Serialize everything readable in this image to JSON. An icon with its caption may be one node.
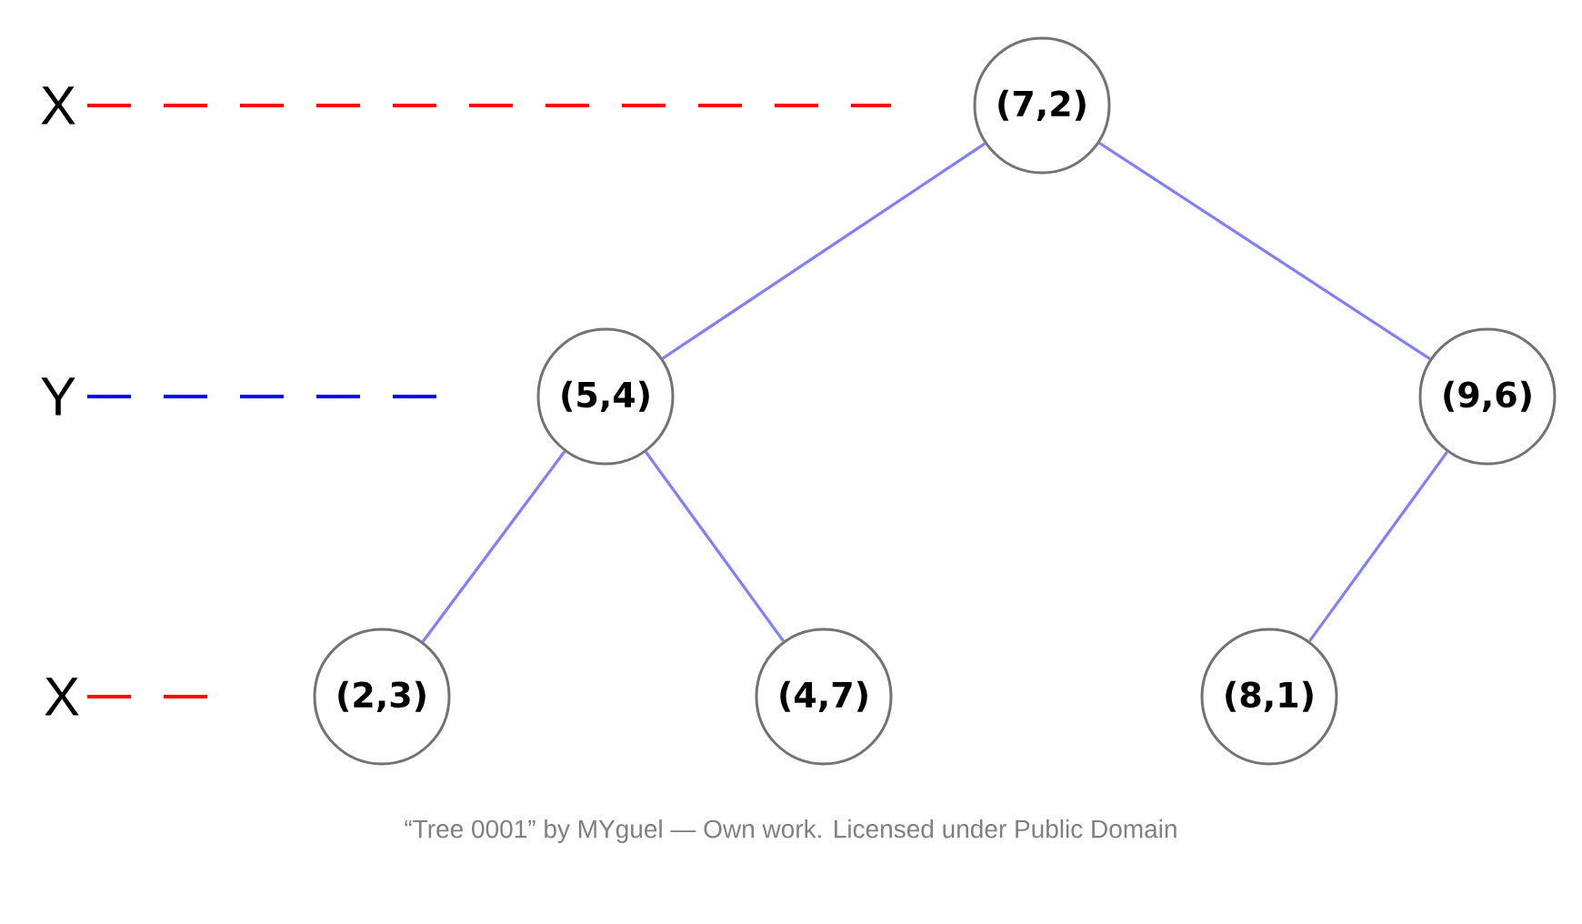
{
  "diagram": {
    "caption": "“Tree 0001” by MYguel — Own work. Licensed under Public Domain",
    "nodes": [
      {
        "text": [
          "(7,2)"
        ]
      },
      {
        "text": [
          "(5,4)"
        ]
      },
      {
        "text": [
          "(9,6)"
        ]
      },
      {
        "text": [
          "(2,3)"
        ]
      },
      {
        "text": [
          "(4,7)"
        ]
      },
      {
        "text": [
          "(8,1)"
        ]
      }
    ],
    "edges": [
      {
        "from": 0,
        "to": 1,
        "arrow": "none"
      },
      {
        "from": 0,
        "to": 2,
        "arrow": "none"
      },
      {
        "from": 1,
        "to": 3,
        "arrow": "none"
      },
      {
        "from": 1,
        "to": 4,
        "arrow": "none"
      },
      {
        "from": 2,
        "to": 5,
        "arrow": "none"
      }
    ],
    "labels": [
      "X",
      "Y",
      "X"
    ]
  }
}
